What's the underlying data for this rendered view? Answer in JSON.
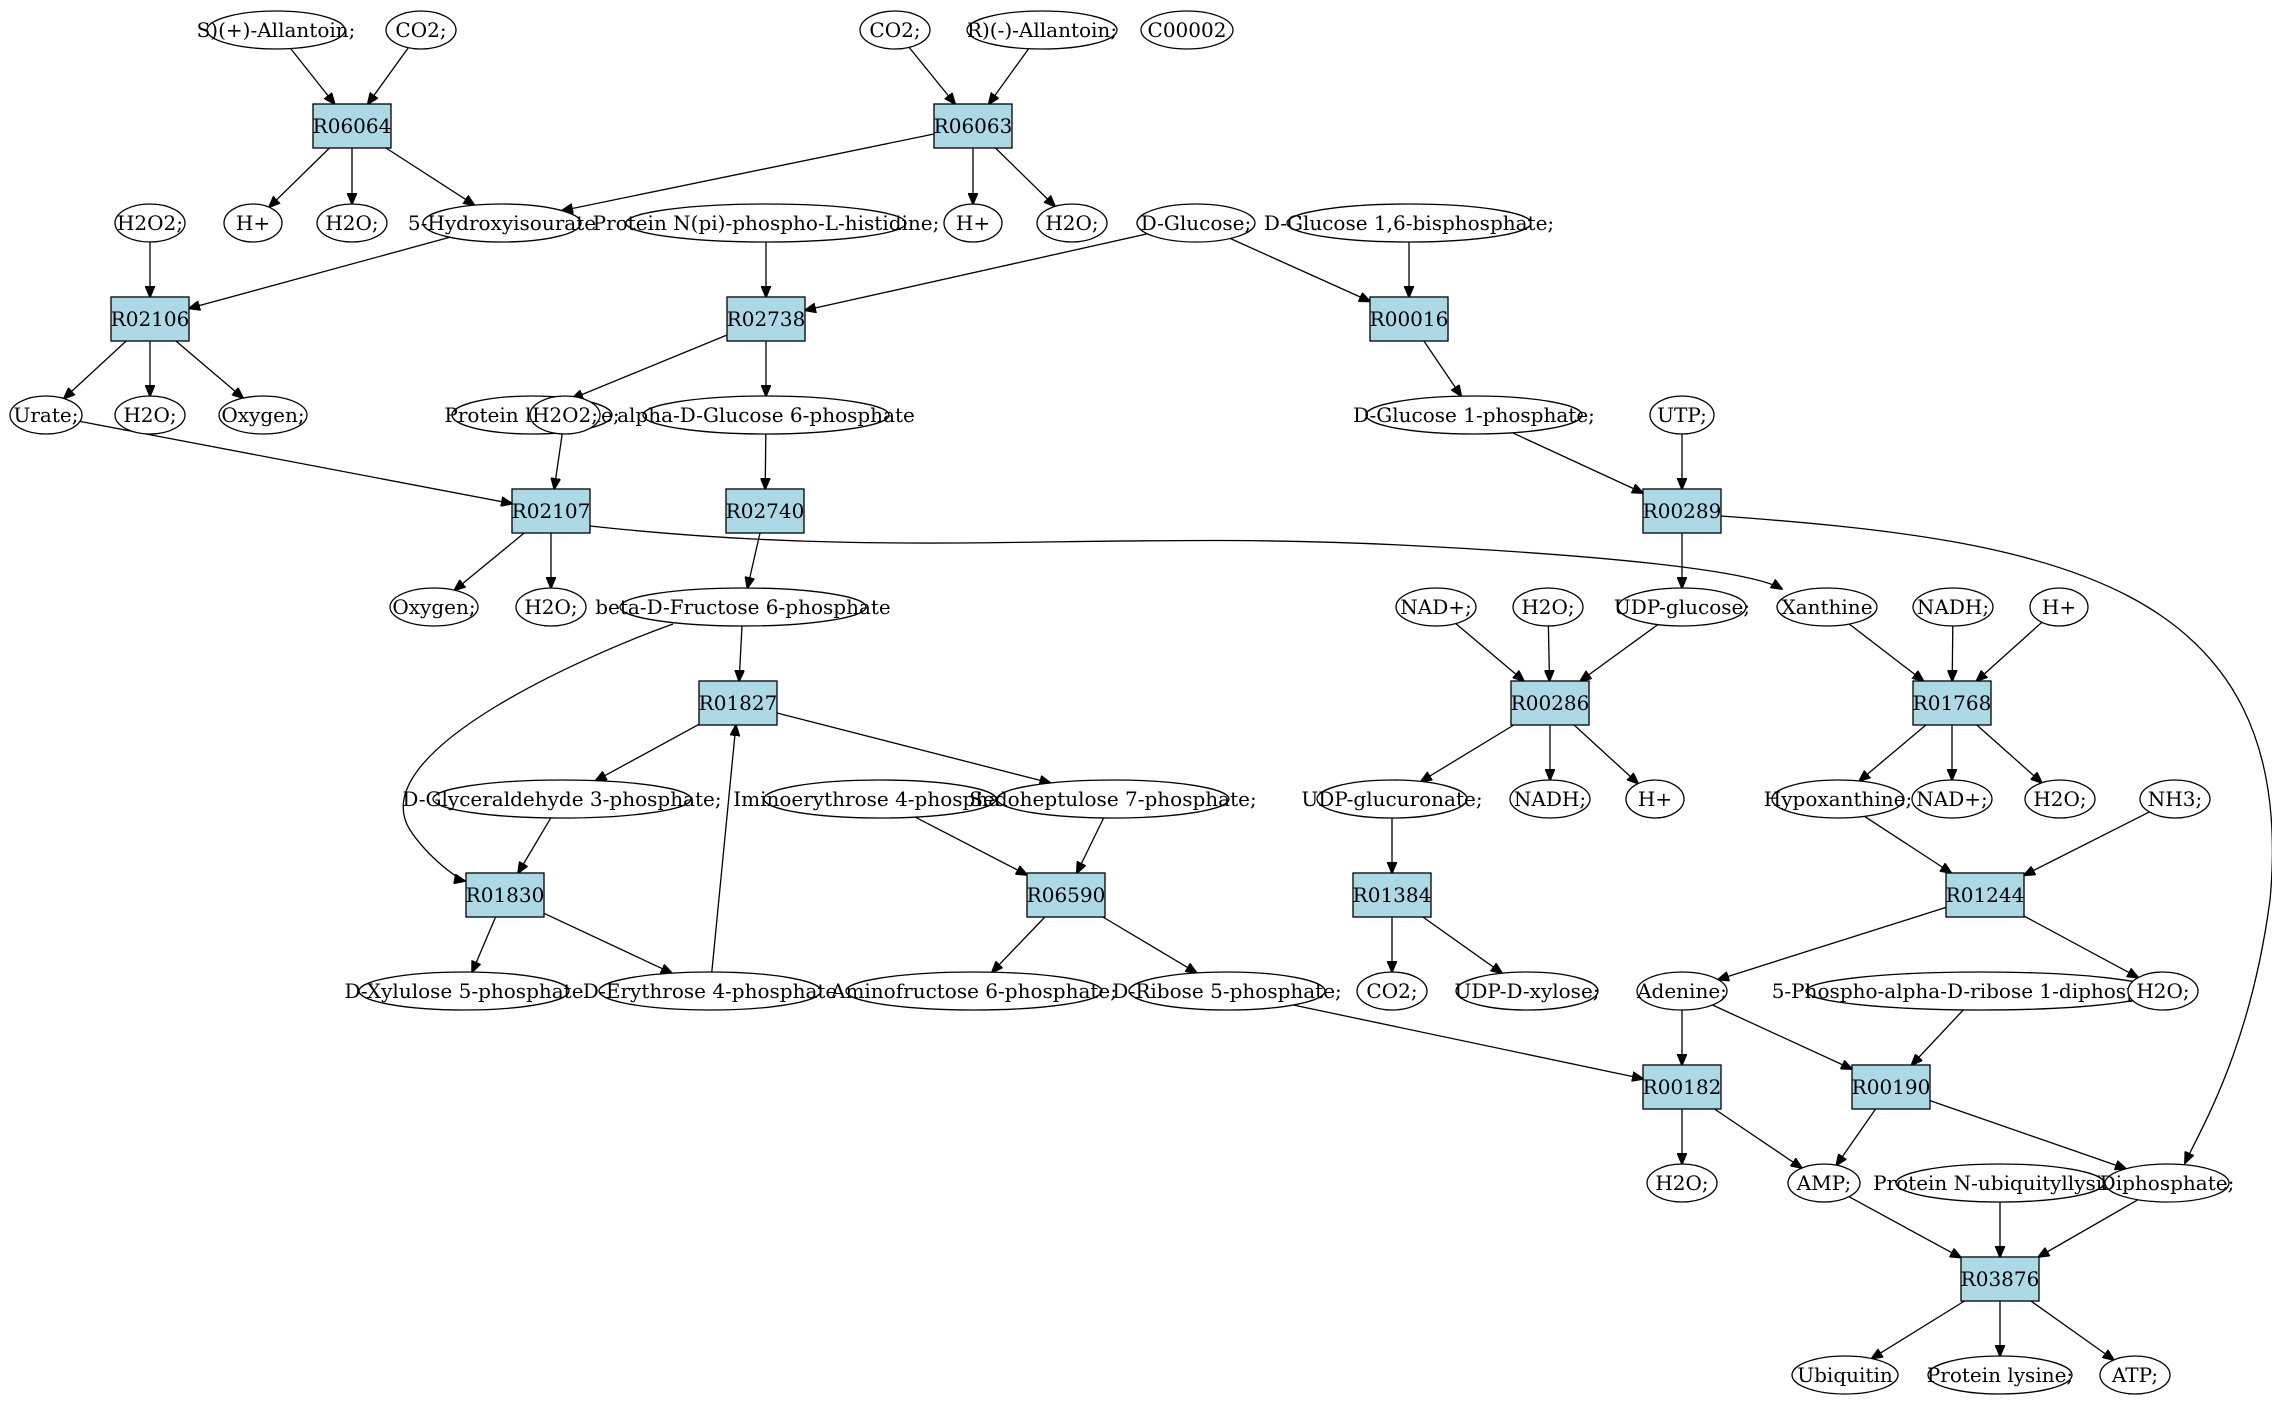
{
  "colors": {
    "reaction_fill": "#add8e6",
    "metabolite_fill": "#ffffff",
    "highlight_yellow": "#ffff00",
    "highlight_green": "#00ff00",
    "stroke": "#000000"
  },
  "nodes": {
    "s_allantoin": {
      "label": "S)(+)-Allantoin;",
      "kind": "met"
    },
    "co2_a": {
      "label": "CO2;",
      "kind": "met"
    },
    "co2_b": {
      "label": "CO2;",
      "kind": "met"
    },
    "r_allantoin": {
      "label": "R)(-)-Allantoin;",
      "kind": "met"
    },
    "c00002": {
      "label": "C00002",
      "kind": "met",
      "highlight": "highlight_yellow"
    },
    "R06064": {
      "label": "R06064",
      "kind": "rxn"
    },
    "R06063": {
      "label": "R06063",
      "kind": "rxn"
    },
    "h_a": {
      "label": "H+",
      "kind": "met"
    },
    "h2o_a": {
      "label": "H2O;",
      "kind": "met"
    },
    "hydroxyisourate": {
      "label": "5-Hydroxyisourate",
      "kind": "met"
    },
    "h_b": {
      "label": "H+",
      "kind": "met"
    },
    "h2o_b": {
      "label": "H2O;",
      "kind": "met"
    },
    "h2o2_a": {
      "label": "H2O2;",
      "kind": "met"
    },
    "protein_nphospho": {
      "label": "Protein N(pi)-phospho-L-histidine;",
      "kind": "met"
    },
    "d_glucose": {
      "label": "D-Glucose;",
      "kind": "met",
      "highlight": "highlight_green"
    },
    "d_glucose_16bp": {
      "label": "D-Glucose 1,6-bisphosphate;",
      "kind": "met"
    },
    "R02106": {
      "label": "R02106",
      "kind": "rxn"
    },
    "R02738": {
      "label": "R02738",
      "kind": "rxn"
    },
    "R00016": {
      "label": "R00016",
      "kind": "rxn"
    },
    "urate": {
      "label": "Urate;",
      "kind": "met"
    },
    "h2o_c": {
      "label": "H2O;",
      "kind": "met"
    },
    "oxygen_a": {
      "label": "Oxygen;",
      "kind": "met"
    },
    "protein_histidine": {
      "label": "Protein histidine;",
      "kind": "met"
    },
    "h2o2_b": {
      "label": "H2O2;",
      "kind": "met"
    },
    "alpha_g6p": {
      "label": "alpha-D-Glucose 6-phosphate",
      "kind": "met"
    },
    "d_glucose_1p": {
      "label": "D-Glucose 1-phosphate;",
      "kind": "met"
    },
    "utp": {
      "label": "UTP;",
      "kind": "met"
    },
    "R02107": {
      "label": "R02107",
      "kind": "rxn"
    },
    "R02740": {
      "label": "R02740",
      "kind": "rxn"
    },
    "R00289": {
      "label": "R00289",
      "kind": "rxn"
    },
    "oxygen_b": {
      "label": "Oxygen;",
      "kind": "met"
    },
    "h2o_d": {
      "label": "H2O;",
      "kind": "met"
    },
    "beta_f6p": {
      "label": "beta-D-Fructose 6-phosphate",
      "kind": "met"
    },
    "nad_a": {
      "label": "NAD+;",
      "kind": "met"
    },
    "h2o_e": {
      "label": "H2O;",
      "kind": "met"
    },
    "udp_glucose": {
      "label": "UDP-glucose;",
      "kind": "met"
    },
    "xanthine": {
      "label": "Xanthine",
      "kind": "met"
    },
    "nadh_a": {
      "label": "NADH;",
      "kind": "met"
    },
    "h_c": {
      "label": "H+",
      "kind": "met"
    },
    "R01827": {
      "label": "R01827",
      "kind": "rxn"
    },
    "R00286": {
      "label": "R00286",
      "kind": "rxn"
    },
    "R01768": {
      "label": "R01768",
      "kind": "rxn"
    },
    "g3p": {
      "label": "D-Glyceraldehyde 3-phosphate;",
      "kind": "met"
    },
    "iminoerythrose": {
      "label": "Iminoerythrose 4-phosphate;",
      "kind": "met"
    },
    "sedoheptulose": {
      "label": "Sedoheptulose 7-phosphate;",
      "kind": "met"
    },
    "udp_glucuronate": {
      "label": "UDP-glucuronate;",
      "kind": "met"
    },
    "nadh_b": {
      "label": "NADH;",
      "kind": "met"
    },
    "h_d": {
      "label": "H+",
      "kind": "met"
    },
    "hypoxanthine": {
      "label": "Hypoxanthine;",
      "kind": "met"
    },
    "nad_b": {
      "label": "NAD+;",
      "kind": "met"
    },
    "h2o_f": {
      "label": "H2O;",
      "kind": "met"
    },
    "nh3": {
      "label": "NH3;",
      "kind": "met"
    },
    "R01830": {
      "label": "R01830",
      "kind": "rxn"
    },
    "R06590": {
      "label": "R06590",
      "kind": "rxn"
    },
    "R01384": {
      "label": "R01384",
      "kind": "rxn"
    },
    "R01244": {
      "label": "R01244",
      "kind": "rxn"
    },
    "xylulose5p": {
      "label": "D-Xylulose 5-phosphate",
      "kind": "met"
    },
    "erythrose4p": {
      "label": "D-Erythrose 4-phosphate",
      "kind": "met"
    },
    "aminofructose": {
      "label": "Aminofructose 6-phosphate;",
      "kind": "met"
    },
    "ribose5p": {
      "label": "D-Ribose 5-phosphate;",
      "kind": "met"
    },
    "co2_c": {
      "label": "CO2;",
      "kind": "met"
    },
    "udp_xylose": {
      "label": "UDP-D-xylose;",
      "kind": "met"
    },
    "adenine": {
      "label": "Adenine;",
      "kind": "met"
    },
    "prpp": {
      "label": "5-Phospho-alpha-D-ribose 1-diphosphate;",
      "kind": "met"
    },
    "h2o_g": {
      "label": "H2O;",
      "kind": "met"
    },
    "R00182": {
      "label": "R00182",
      "kind": "rxn"
    },
    "R00190": {
      "label": "R00190",
      "kind": "rxn"
    },
    "h2o_h": {
      "label": "H2O;",
      "kind": "met"
    },
    "amp": {
      "label": "AMP;",
      "kind": "met"
    },
    "protein_ubiq": {
      "label": "Protein N-ubiquityllysine",
      "kind": "met"
    },
    "diphosphate": {
      "label": "Diphosphate;",
      "kind": "met"
    },
    "R03876": {
      "label": "R03876",
      "kind": "rxn"
    },
    "ubiquitin": {
      "label": "Ubiquitin",
      "kind": "met"
    },
    "protein_lysine": {
      "label": "Protein lysine;",
      "kind": "met"
    },
    "atp": {
      "label": "ATP;",
      "kind": "met"
    }
  },
  "edges": [
    [
      "s_allantoin",
      "R06064"
    ],
    [
      "co2_a",
      "R06064"
    ],
    [
      "R06064",
      "h_a"
    ],
    [
      "R06064",
      "h2o_a"
    ],
    [
      "R06064",
      "hydroxyisourate"
    ],
    [
      "co2_b",
      "R06063"
    ],
    [
      "r_allantoin",
      "R06063"
    ],
    [
      "R06063",
      "hydroxyisourate"
    ],
    [
      "R06063",
      "h_b"
    ],
    [
      "R06063",
      "h2o_b"
    ],
    [
      "h2o2_a",
      "R02106"
    ],
    [
      "hydroxyisourate",
      "R02106"
    ],
    [
      "R02106",
      "urate"
    ],
    [
      "R02106",
      "h2o_c"
    ],
    [
      "R02106",
      "oxygen_a"
    ],
    [
      "protein_nphospho",
      "R02738"
    ],
    [
      "d_glucose",
      "R02738"
    ],
    [
      "R02738",
      "protein_histidine"
    ],
    [
      "R02738",
      "alpha_g6p"
    ],
    [
      "d_glucose",
      "R00016"
    ],
    [
      "d_glucose_16bp",
      "R00016"
    ],
    [
      "R00016",
      "d_glucose_1p"
    ],
    [
      "urate",
      "R02107"
    ],
    [
      "h2o2_b",
      "R02107"
    ],
    [
      "R02107",
      "oxygen_b"
    ],
    [
      "R02107",
      "h2o_d"
    ],
    [
      "R02107",
      "xanthine"
    ],
    [
      "alpha_g6p",
      "R02740"
    ],
    [
      "R02740",
      "beta_f6p"
    ],
    [
      "d_glucose_1p",
      "R00289"
    ],
    [
      "utp",
      "R00289"
    ],
    [
      "R00289",
      "udp_glucose"
    ],
    [
      "R00289",
      "diphosphate"
    ],
    [
      "nad_a",
      "R00286"
    ],
    [
      "h2o_e",
      "R00286"
    ],
    [
      "udp_glucose",
      "R00286"
    ],
    [
      "R00286",
      "udp_glucuronate"
    ],
    [
      "R00286",
      "nadh_b"
    ],
    [
      "R00286",
      "h_d"
    ],
    [
      "xanthine",
      "R01768"
    ],
    [
      "nadh_a",
      "R01768"
    ],
    [
      "h_c",
      "R01768"
    ],
    [
      "R01768",
      "hypoxanthine"
    ],
    [
      "R01768",
      "nad_b"
    ],
    [
      "R01768",
      "h2o_f"
    ],
    [
      "beta_f6p",
      "R01827"
    ],
    [
      "erythrose4p",
      "R01827"
    ],
    [
      "R01827",
      "g3p"
    ],
    [
      "R01827",
      "sedoheptulose"
    ],
    [
      "beta_f6p",
      "R01830"
    ],
    [
      "g3p",
      "R01830"
    ],
    [
      "R01830",
      "xylulose5p"
    ],
    [
      "R01830",
      "erythrose4p"
    ],
    [
      "iminoerythrose",
      "R06590"
    ],
    [
      "sedoheptulose",
      "R06590"
    ],
    [
      "R06590",
      "aminofructose"
    ],
    [
      "R06590",
      "ribose5p"
    ],
    [
      "udp_glucuronate",
      "R01384"
    ],
    [
      "R01384",
      "co2_c"
    ],
    [
      "R01384",
      "udp_xylose"
    ],
    [
      "hypoxanthine",
      "R01244"
    ],
    [
      "nh3",
      "R01244"
    ],
    [
      "R01244",
      "adenine"
    ],
    [
      "R01244",
      "h2o_g"
    ],
    [
      "ribose5p",
      "R00182"
    ],
    [
      "adenine",
      "R00182"
    ],
    [
      "R00182",
      "h2o_h"
    ],
    [
      "R00182",
      "amp"
    ],
    [
      "adenine",
      "R00190"
    ],
    [
      "prpp",
      "R00190"
    ],
    [
      "R00190",
      "amp"
    ],
    [
      "R00190",
      "diphosphate"
    ],
    [
      "amp",
      "R03876"
    ],
    [
      "protein_ubiq",
      "R03876"
    ],
    [
      "diphosphate",
      "R03876"
    ],
    [
      "R03876",
      "ubiquitin"
    ],
    [
      "R03876",
      "protein_lysine"
    ],
    [
      "R03876",
      "atp"
    ]
  ]
}
